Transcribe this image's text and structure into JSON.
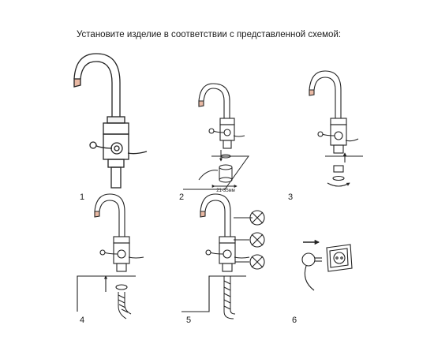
{
  "heading": "Установите изделие в соответствии с представленной схемой:",
  "steps": [
    {
      "number": "1"
    },
    {
      "number": "2",
      "dimension": "21-35мм"
    },
    {
      "number": "3"
    },
    {
      "number": "4"
    },
    {
      "number": "5"
    },
    {
      "number": "6"
    }
  ],
  "icons": [
    "faucet-icon",
    "hose-icon",
    "wrench-crossed-icon",
    "plug-icon",
    "socket-icon",
    "arrow-icon"
  ]
}
